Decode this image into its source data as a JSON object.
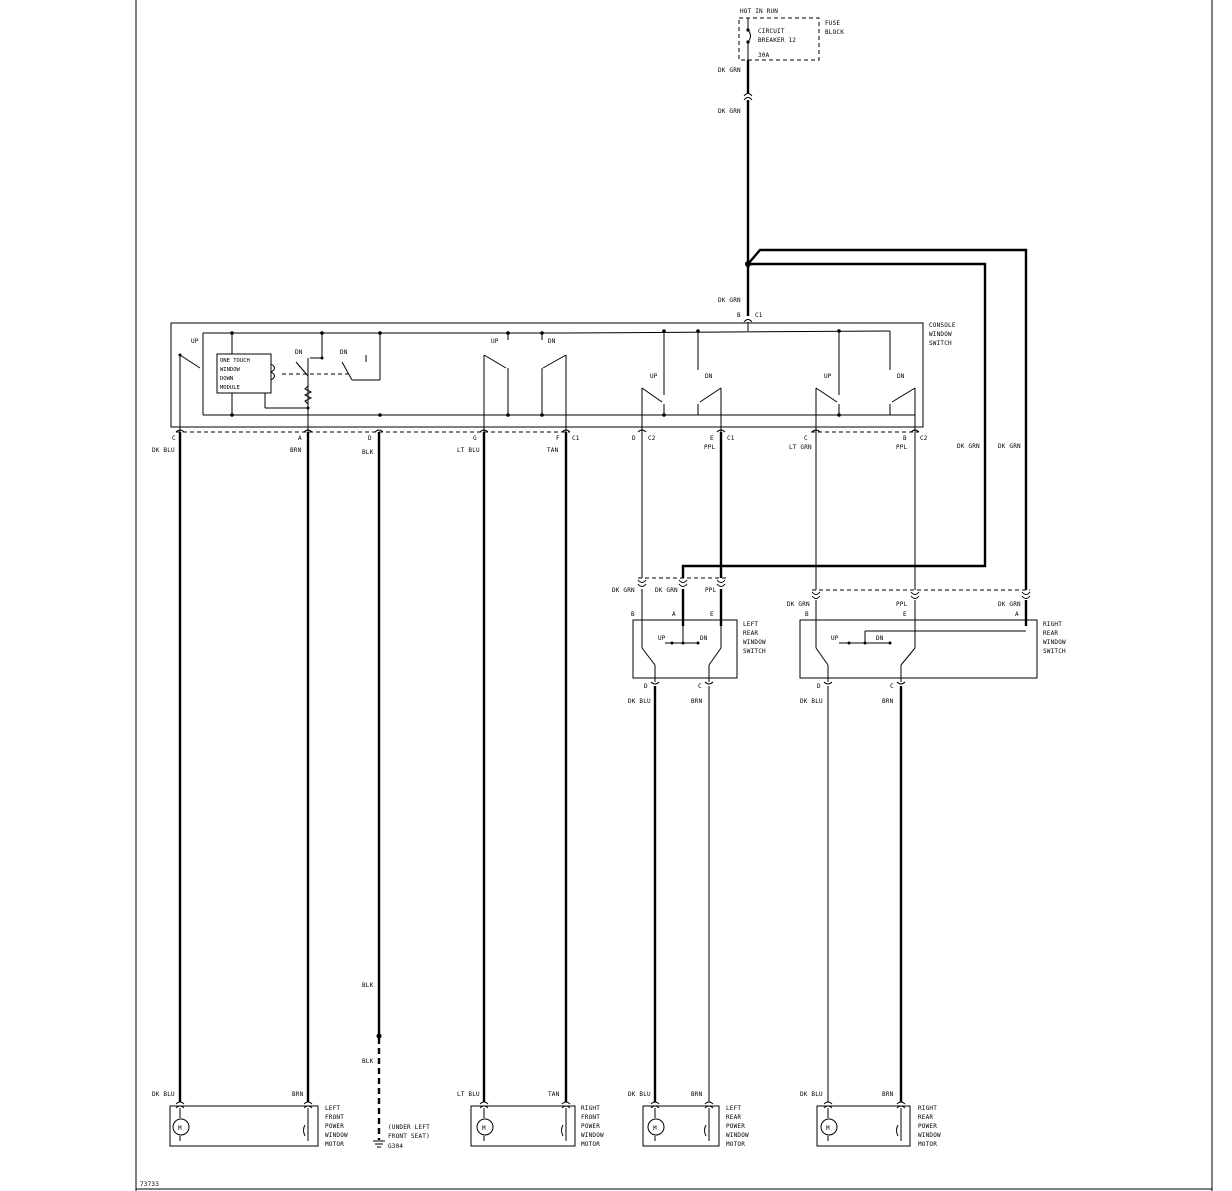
{
  "fuse_block": {
    "hot_label": "HOT IN RUN",
    "breaker_line1": "CIRCUIT",
    "breaker_line2": "BREAKER 12",
    "breaker_amps": "30A",
    "label_line1": "FUSE",
    "label_line2": "BLOCK"
  },
  "console_switch": {
    "label": [
      "CONSOLE",
      "WINDOW",
      "SWITCH"
    ],
    "module_label": [
      "ONE TOUCH",
      "WINDOW",
      "DOWN",
      "MODULE"
    ],
    "feed_pin": "B",
    "feed_connector": "C1",
    "switch_up": "UP",
    "switch_dn": "DN"
  },
  "wires": {
    "dk_grn": "DK GRN",
    "dk_blu": "DK BLU",
    "brn": "BRN",
    "blk": "BLK",
    "lt_blu": "LT BLU",
    "tan": "TAN",
    "ppl": "PPL",
    "lt_grn": "LT GRN"
  },
  "console_pins": [
    {
      "pin": "C",
      "wire": "DK BLU",
      "conn": ""
    },
    {
      "pin": "A",
      "wire": "BRN",
      "conn": ""
    },
    {
      "pin": "D",
      "wire": "BLK",
      "conn": ""
    },
    {
      "pin": "G",
      "wire": "LT BLU",
      "conn": ""
    },
    {
      "pin": "F",
      "wire": "TAN",
      "conn": "C1"
    },
    {
      "pin": "D",
      "wire": "DK GRN",
      "conn": "C2"
    },
    {
      "pin": "E",
      "wire": "PPL",
      "conn": "C1"
    },
    {
      "pin": "C",
      "wire": "LT GRN",
      "conn": ""
    },
    {
      "pin": "B",
      "wire": "PPL",
      "conn": "C2"
    }
  ],
  "left_rear_switch": {
    "label": [
      "LEFT",
      "REAR",
      "WINDOW",
      "SWITCH"
    ],
    "pins_top": [
      "B",
      "A",
      "E"
    ],
    "pins_bottom": [
      "D",
      "C"
    ],
    "top_wires": [
      "DK GRN",
      "DK GRN",
      "PPL"
    ],
    "bottom_wires": [
      "DK BLU",
      "BRN"
    ]
  },
  "right_rear_switch": {
    "label": [
      "RIGHT",
      "REAR",
      "WINDOW",
      "SWITCH"
    ],
    "pins_top": [
      "B",
      "E",
      "A"
    ],
    "pins_bottom": [
      "D",
      "C"
    ],
    "top_wires": [
      "DK GRN",
      "PPL",
      "DK GRN"
    ],
    "bottom_wires": [
      "DK BLU",
      "BRN"
    ]
  },
  "motors": [
    {
      "label": [
        "LEFT",
        "FRONT",
        "POWER",
        "WINDOW",
        "MOTOR"
      ],
      "wires": [
        "DK BLU",
        "BRN"
      ]
    },
    {
      "label": [
        "RIGHT",
        "FRONT",
        "POWER",
        "WINDOW",
        "MOTOR"
      ],
      "wires": [
        "LT BLU",
        "TAN"
      ]
    },
    {
      "label": [
        "LEFT",
        "REAR",
        "POWER",
        "WINDOW",
        "MOTOR"
      ],
      "wires": [
        "DK BLU",
        "BRN"
      ]
    },
    {
      "label": [
        "RIGHT",
        "REAR",
        "POWER",
        "WINDOW",
        "MOTOR"
      ],
      "wires": [
        "DK BLU",
        "BRN"
      ]
    }
  ],
  "motor_symbol": "M",
  "ground": {
    "note_line1": "(UNDER LEFT",
    "note_line2": "FRONT SEAT)",
    "id": "G304"
  },
  "diagram_id": "73733"
}
